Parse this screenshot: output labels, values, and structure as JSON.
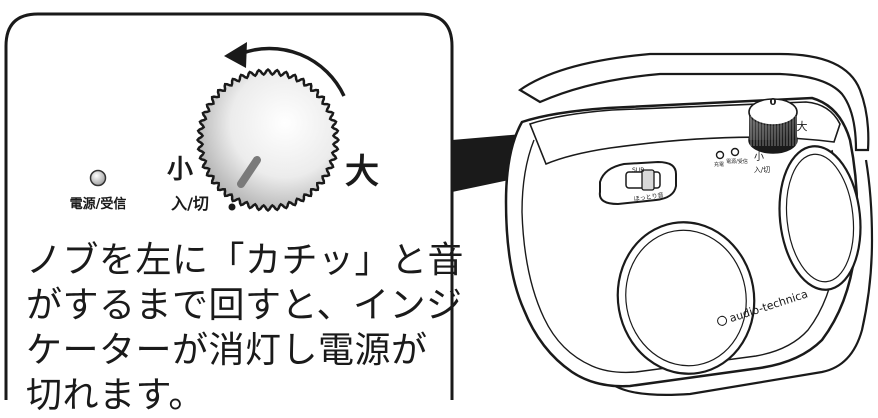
{
  "labels": {
    "indicator": "電源/受信",
    "small": "小",
    "large": "大",
    "power": "入/切",
    "dial_zero": "0",
    "device_small": "小",
    "device_large": "大",
    "device_power": "入/切",
    "device_led1": "充電",
    "device_led2": "電源/受信",
    "switch_top": "SUB",
    "switch_bottom": "ほっとり音",
    "brand": "audio-technica"
  },
  "instruction": {
    "lines": [
      "ノブを左に「カチッ」と音",
      "がするまで回すと、インジ",
      "ケーターが消灯し電源が",
      "切れます。"
    ]
  }
}
